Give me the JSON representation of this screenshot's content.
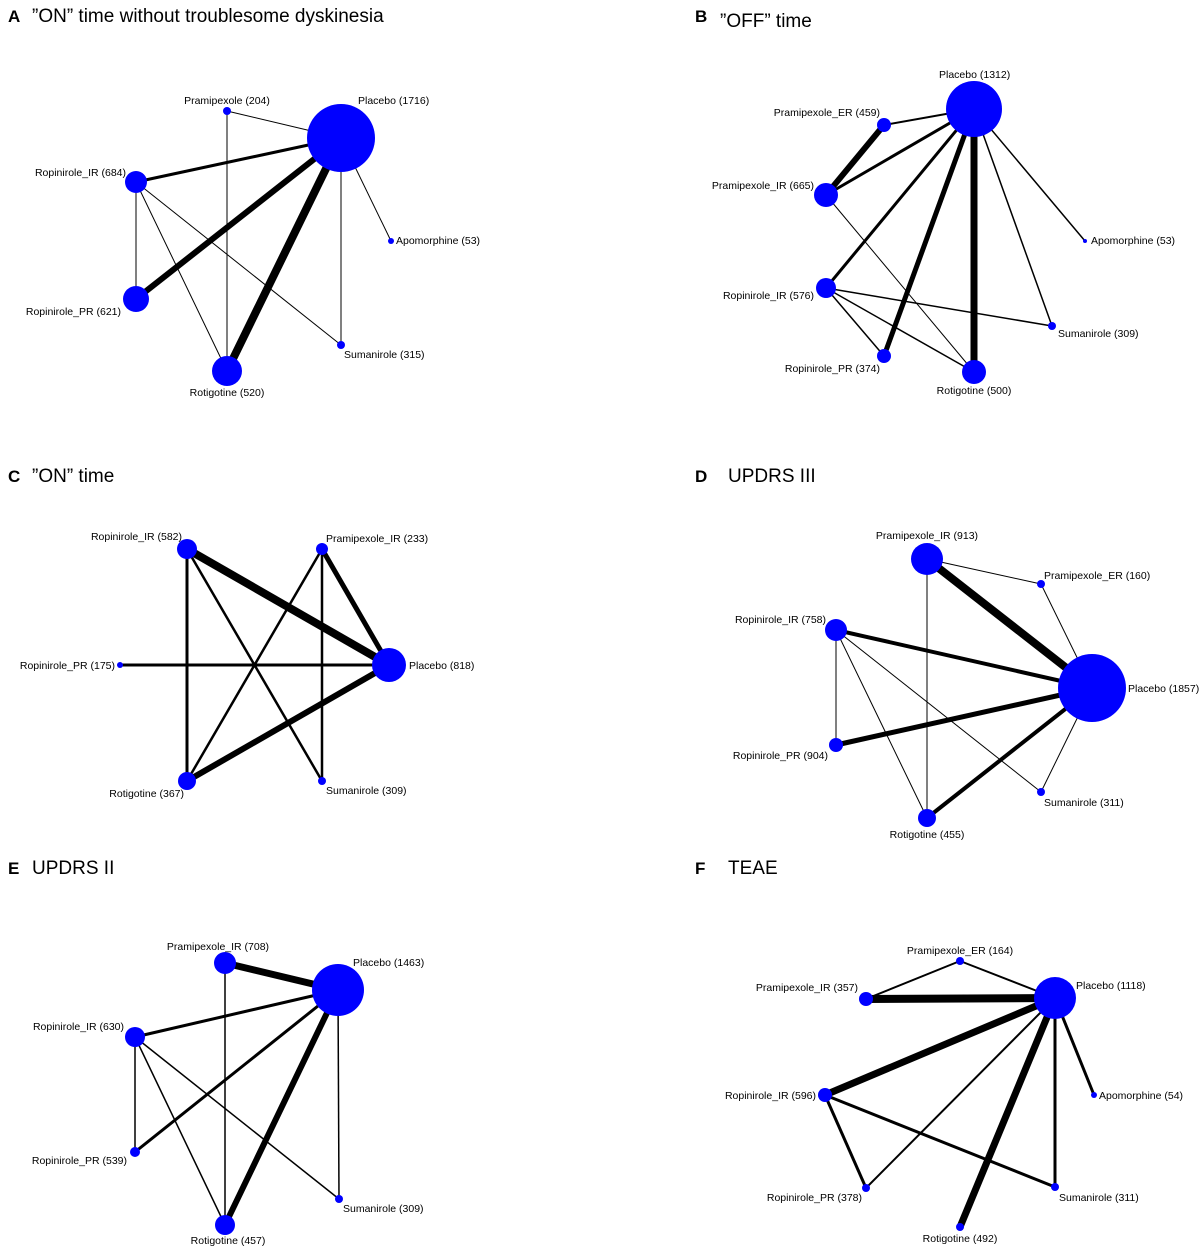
{
  "node_color": "#0000ff",
  "edge_color": "#000000",
  "panels": [
    {
      "letter": "A",
      "title": "”ON” time without troublesome dyskinesia",
      "nodes": [
        {
          "id": "placebo",
          "label": "Placebo (1716)"
        },
        {
          "id": "pramipexole",
          "label": "Pramipexole (204)"
        },
        {
          "id": "ropinirole_ir",
          "label": "Ropinirole_IR (684)"
        },
        {
          "id": "ropinirole_pr",
          "label": "Ropinirole_PR (621)"
        },
        {
          "id": "rotigotine",
          "label": "Rotigotine (520)"
        },
        {
          "id": "sumanirole",
          "label": "Sumanirole (315)"
        },
        {
          "id": "apomorphine",
          "label": "Apomorphine (53)"
        }
      ],
      "edges": [
        {
          "from": "placebo",
          "to": "pramipexole",
          "weight": 1
        },
        {
          "from": "placebo",
          "to": "ropinirole_ir",
          "weight": 3
        },
        {
          "from": "placebo",
          "to": "ropinirole_pr",
          "weight": 6
        },
        {
          "from": "placebo",
          "to": "rotigotine",
          "weight": 8
        },
        {
          "from": "placebo",
          "to": "sumanirole",
          "weight": 1
        },
        {
          "from": "placebo",
          "to": "apomorphine",
          "weight": 1
        },
        {
          "from": "pramipexole",
          "to": "rotigotine",
          "weight": 1
        },
        {
          "from": "ropinirole_ir",
          "to": "ropinirole_pr",
          "weight": 1
        },
        {
          "from": "ropinirole_ir",
          "to": "rotigotine",
          "weight": 1
        },
        {
          "from": "ropinirole_ir",
          "to": "sumanirole",
          "weight": 1
        }
      ]
    },
    {
      "letter": "B",
      "title": "”OFF” time",
      "nodes": [
        {
          "id": "placebo",
          "label": "Placebo (1312)"
        },
        {
          "id": "pramipexole_er",
          "label": "Pramipexole_ER (459)"
        },
        {
          "id": "pramipexole_ir",
          "label": "Pramipexole_IR (665)"
        },
        {
          "id": "ropinirole_ir",
          "label": "Ropinirole_IR (576)"
        },
        {
          "id": "ropinirole_pr",
          "label": "Ropinirole_PR (374)"
        },
        {
          "id": "rotigotine",
          "label": "Rotigotine (500)"
        },
        {
          "id": "sumanirole",
          "label": "Sumanirole (309)"
        },
        {
          "id": "apomorphine",
          "label": "Apomorphine (53)"
        }
      ],
      "edges": [
        {
          "from": "placebo",
          "to": "pramipexole_er",
          "weight": 2
        },
        {
          "from": "placebo",
          "to": "pramipexole_ir",
          "weight": 3
        },
        {
          "from": "placebo",
          "to": "ropinirole_ir",
          "weight": 3
        },
        {
          "from": "placebo",
          "to": "ropinirole_pr",
          "weight": 5
        },
        {
          "from": "placebo",
          "to": "rotigotine",
          "weight": 7
        },
        {
          "from": "placebo",
          "to": "sumanirole",
          "weight": 1.5
        },
        {
          "from": "placebo",
          "to": "apomorphine",
          "weight": 1.5
        },
        {
          "from": "pramipexole_er",
          "to": "pramipexole_ir",
          "weight": 6
        },
        {
          "from": "pramipexole_ir",
          "to": "rotigotine",
          "weight": 1
        },
        {
          "from": "ropinirole_ir",
          "to": "ropinirole_pr",
          "weight": 1.5
        },
        {
          "from": "ropinirole_ir",
          "to": "rotigotine",
          "weight": 1.5
        },
        {
          "from": "ropinirole_ir",
          "to": "sumanirole",
          "weight": 1.5
        }
      ]
    },
    {
      "letter": "C",
      "title": "”ON” time",
      "nodes": [
        {
          "id": "ropinirole_ir",
          "label": "Ropinirole_IR (582)"
        },
        {
          "id": "pramipexole_ir",
          "label": "Pramipexole_IR (233)"
        },
        {
          "id": "ropinirole_pr",
          "label": "Ropinirole_PR (175)"
        },
        {
          "id": "placebo",
          "label": "Placebo (818)"
        },
        {
          "id": "rotigotine",
          "label": "Rotigotine (367)"
        },
        {
          "id": "sumanirole",
          "label": "Sumanirole (309)"
        }
      ],
      "edges": [
        {
          "from": "ropinirole_ir",
          "to": "placebo",
          "weight": 8
        },
        {
          "from": "pramipexole_ir",
          "to": "placebo",
          "weight": 5
        },
        {
          "from": "ropinirole_pr",
          "to": "placebo",
          "weight": 3
        },
        {
          "from": "rotigotine",
          "to": "placebo",
          "weight": 6
        },
        {
          "from": "ropinirole_ir",
          "to": "rotigotine",
          "weight": 3
        },
        {
          "from": "ropinirole_ir",
          "to": "sumanirole",
          "weight": 2.5
        },
        {
          "from": "pramipexole_ir",
          "to": "rotigotine",
          "weight": 2.5
        },
        {
          "from": "pramipexole_ir",
          "to": "sumanirole",
          "weight": 2.5
        }
      ]
    },
    {
      "letter": "D",
      "title": "UPDRS III",
      "nodes": [
        {
          "id": "pramipexole_ir",
          "label": "Pramipexole_IR (913)"
        },
        {
          "id": "pramipexole_er",
          "label": "Pramipexole_ER (160)"
        },
        {
          "id": "ropinirole_ir",
          "label": "Ropinirole_IR (758)"
        },
        {
          "id": "placebo",
          "label": "Placebo (1857)"
        },
        {
          "id": "ropinirole_pr",
          "label": "Ropinirole_PR (904)"
        },
        {
          "id": "sumanirole",
          "label": "Sumanirole (311)"
        },
        {
          "id": "rotigotine",
          "label": "Rotigotine (455)"
        }
      ],
      "edges": [
        {
          "from": "pramipexole_ir",
          "to": "placebo",
          "weight": 8
        },
        {
          "from": "pramipexole_er",
          "to": "placebo",
          "weight": 1
        },
        {
          "from": "pramipexole_ir",
          "to": "pramipexole_er",
          "weight": 1
        },
        {
          "from": "ropinirole_ir",
          "to": "placebo",
          "weight": 4
        },
        {
          "from": "ropinirole_pr",
          "to": "placebo",
          "weight": 5
        },
        {
          "from": "rotigotine",
          "to": "placebo",
          "weight": 4
        },
        {
          "from": "sumanirole",
          "to": "placebo",
          "weight": 1
        },
        {
          "from": "pramipexole_ir",
          "to": "rotigotine",
          "weight": 1
        },
        {
          "from": "ropinirole_ir",
          "to": "ropinirole_pr",
          "weight": 1
        },
        {
          "from": "ropinirole_ir",
          "to": "rotigotine",
          "weight": 1
        },
        {
          "from": "ropinirole_ir",
          "to": "sumanirole",
          "weight": 1
        }
      ]
    },
    {
      "letter": "E",
      "title": "UPDRS II",
      "nodes": [
        {
          "id": "pramipexole_ir",
          "label": "Pramipexole_IR (708)"
        },
        {
          "id": "placebo",
          "label": "Placebo (1463)"
        },
        {
          "id": "ropinirole_ir",
          "label": "Ropinirole_IR (630)"
        },
        {
          "id": "ropinirole_pr",
          "label": "Ropinirole_PR (539)"
        },
        {
          "id": "sumanirole",
          "label": "Sumanirole (309)"
        },
        {
          "id": "rotigotine",
          "label": "Rotigotine (457)"
        }
      ],
      "edges": [
        {
          "from": "pramipexole_ir",
          "to": "placebo",
          "weight": 7
        },
        {
          "from": "ropinirole_ir",
          "to": "placebo",
          "weight": 3
        },
        {
          "from": "ropinirole_pr",
          "to": "placebo",
          "weight": 3
        },
        {
          "from": "rotigotine",
          "to": "placebo",
          "weight": 6
        },
        {
          "from": "sumanirole",
          "to": "placebo",
          "weight": 1.5
        },
        {
          "from": "pramipexole_ir",
          "to": "rotigotine",
          "weight": 1.5
        },
        {
          "from": "ropinirole_ir",
          "to": "ropinirole_pr",
          "weight": 1.5
        },
        {
          "from": "ropinirole_ir",
          "to": "rotigotine",
          "weight": 1.5
        },
        {
          "from": "ropinirole_ir",
          "to": "sumanirole",
          "weight": 1.5
        }
      ]
    },
    {
      "letter": "F",
      "title": "TEAE",
      "nodes": [
        {
          "id": "pramipexole_er",
          "label": "Pramipexole_ER (164)"
        },
        {
          "id": "pramipexole_ir",
          "label": "Pramipexole_IR (357)"
        },
        {
          "id": "placebo",
          "label": "Placebo (1118)"
        },
        {
          "id": "ropinirole_ir",
          "label": "Ropinirole_IR (596)"
        },
        {
          "id": "apomorphine",
          "label": "Apomorphine (54)"
        },
        {
          "id": "ropinirole_pr",
          "label": "Ropinirole_PR (378)"
        },
        {
          "id": "sumanirole",
          "label": "Sumanirole (311)"
        },
        {
          "id": "rotigotine",
          "label": "Rotigotine (492)"
        }
      ],
      "edges": [
        {
          "from": "pramipexole_er",
          "to": "placebo",
          "weight": 2
        },
        {
          "from": "pramipexole_er",
          "to": "pramipexole_ir",
          "weight": 2
        },
        {
          "from": "pramipexole_ir",
          "to": "placebo",
          "weight": 8
        },
        {
          "from": "ropinirole_ir",
          "to": "placebo",
          "weight": 7
        },
        {
          "from": "ropinirole_pr",
          "to": "placebo",
          "weight": 2
        },
        {
          "from": "rotigotine",
          "to": "placebo",
          "weight": 7
        },
        {
          "from": "sumanirole",
          "to": "placebo",
          "weight": 3
        },
        {
          "from": "apomorphine",
          "to": "placebo",
          "weight": 3
        },
        {
          "from": "ropinirole_ir",
          "to": "ropinirole_pr",
          "weight": 3
        },
        {
          "from": "ropinirole_ir",
          "to": "sumanirole",
          "weight": 3
        }
      ]
    }
  ]
}
